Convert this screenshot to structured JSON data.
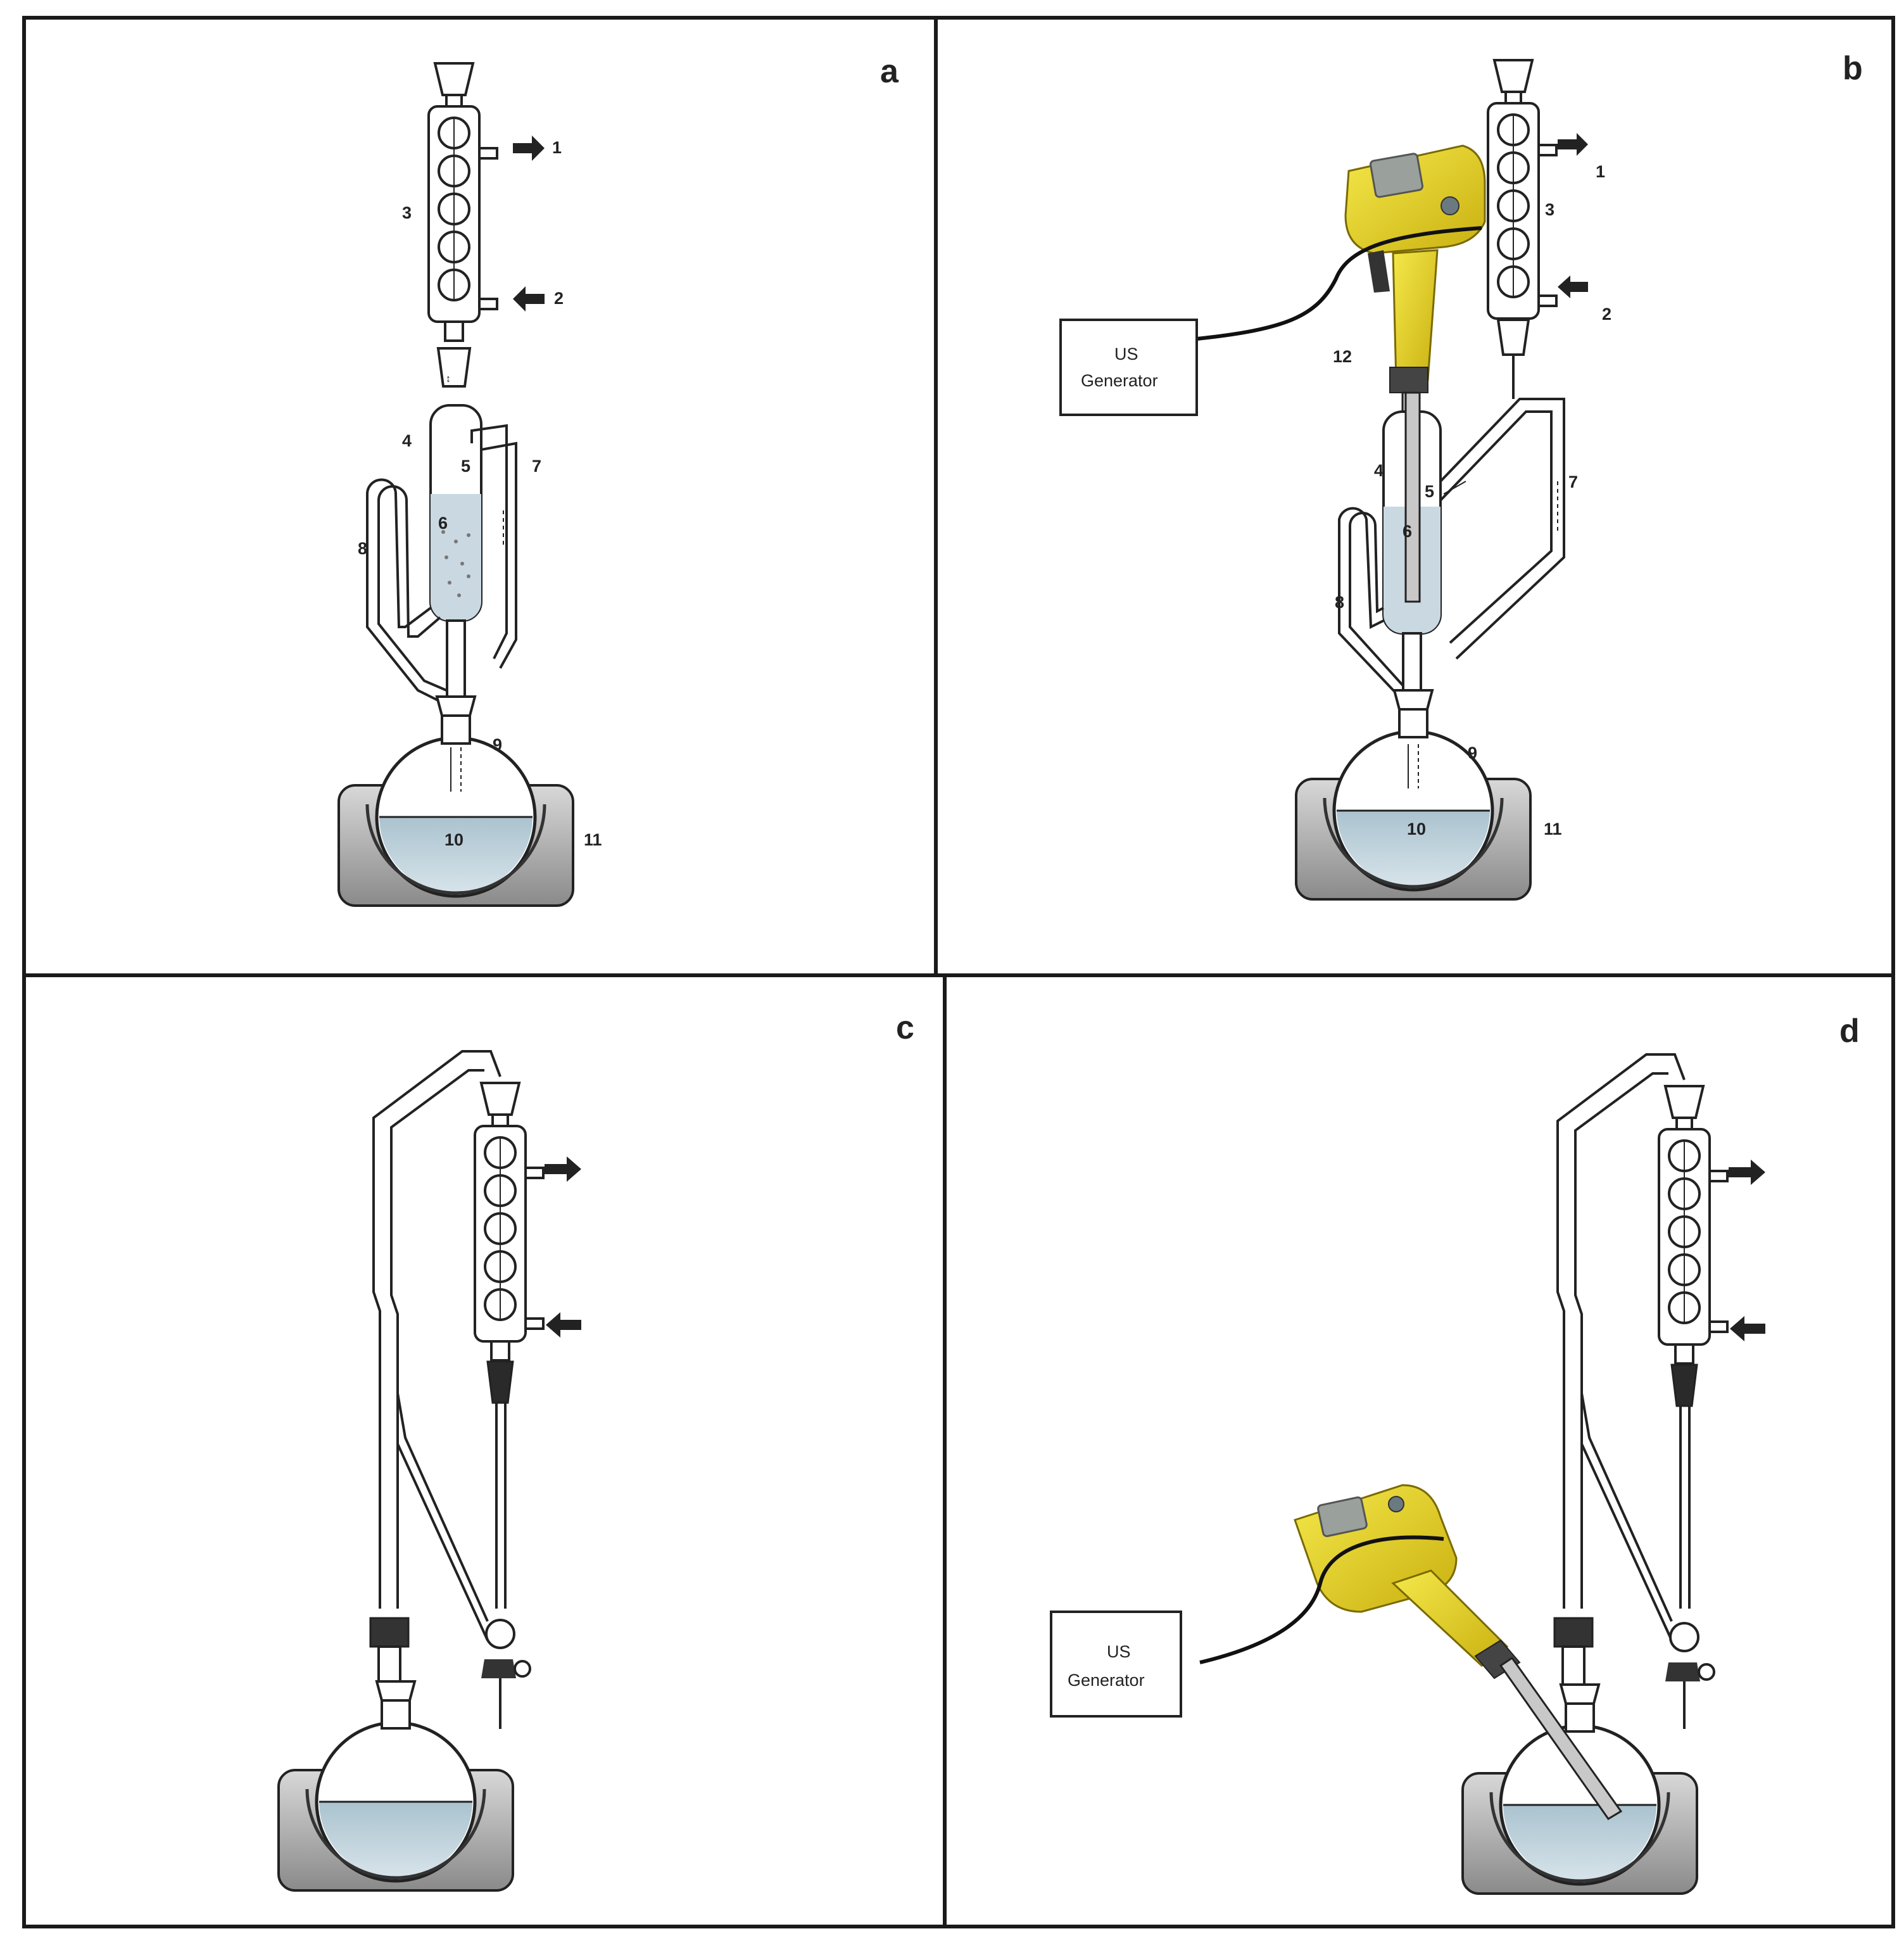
{
  "panels": [
    {
      "letter": "a",
      "labels": {
        "n1": "1",
        "n2": "2",
        "n3": "3",
        "n4": "4",
        "n5": "5",
        "n6": "6",
        "n7": "7",
        "n8": "8",
        "n9": "9",
        "n10": "10",
        "n11": "11"
      }
    },
    {
      "letter": "b",
      "labels": {
        "n1": "1",
        "n2": "2",
        "n3": "3",
        "n4": "4",
        "n5": "5",
        "n6": "6",
        "n7": "7",
        "n8": "8",
        "n9": "9",
        "n10": "10",
        "n11": "11",
        "n12": "12"
      },
      "generator": {
        "line1": "US",
        "line2": "Generator"
      }
    },
    {
      "letter": "c"
    },
    {
      "letter": "d",
      "generator": {
        "line1": "US",
        "line2": "Generator"
      }
    }
  ],
  "colors": {
    "liquid": "#bcd0da",
    "mantle_outer": "#8e8e8e",
    "mantle_inner": "#d9d9d9",
    "probe_yellow": "#e7d21c",
    "probe_screen": "#9aa19c",
    "frame": "#1a1a1a"
  }
}
